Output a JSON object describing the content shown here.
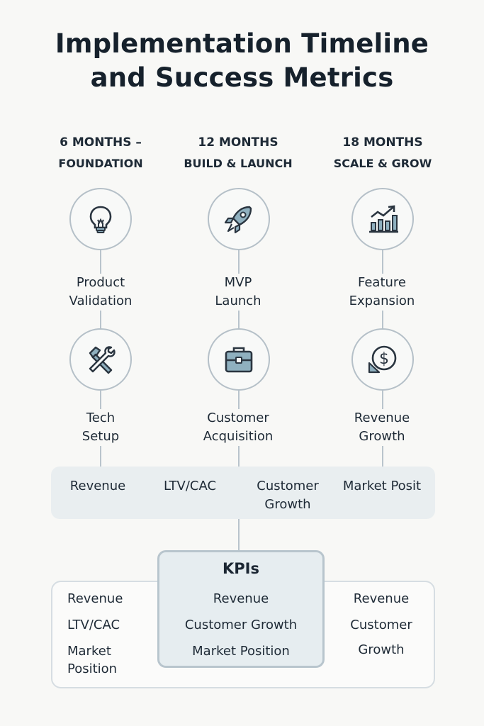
{
  "title": {
    "line1": "Implementation Timeline",
    "line2": "and Success Metrics"
  },
  "phases": [
    {
      "header1": "6 MONTHS –",
      "header2": "FOUNDATION",
      "steps": [
        {
          "icon": "lightbulb-icon",
          "label1": "Product",
          "label2": "Validation"
        },
        {
          "icon": "tools-icon",
          "label1": "Tech",
          "label2": "Setup"
        }
      ]
    },
    {
      "header1": "12 MONTHS",
      "header2": "BUILD & LAUNCH",
      "steps": [
        {
          "icon": "rocket-icon",
          "label1": "MVP",
          "label2": "Launch"
        },
        {
          "icon": "briefcase-icon",
          "label1": "Customer",
          "label2": "Acquisition"
        }
      ]
    },
    {
      "header1": "18 MONTHS",
      "header2": "SCALE & GROW",
      "steps": [
        {
          "icon": "growth-chart-icon",
          "label1": "Feature",
          "label2": "Expansion"
        },
        {
          "icon": "dollar-coin-icon",
          "label1": "Revenue",
          "label2": "Growth"
        }
      ]
    }
  ],
  "metrics_band": [
    "Revenue",
    "LTV/CAC",
    "Customer",
    "Growth",
    "Market Posit"
  ],
  "kpis": {
    "title": "KPIs",
    "left": [
      "Revenue",
      "LTV/CAC",
      "Market",
      "Position"
    ],
    "center": [
      "Revenue",
      "Customer Growth",
      "Market Position"
    ],
    "right": [
      "Revenue",
      "Customer",
      "Growth"
    ]
  },
  "colors": {
    "line": "#b9c4cc",
    "icon_fill": "#8fb0bf",
    "icon_stroke": "#2a3540",
    "band": "#e9eef0"
  }
}
